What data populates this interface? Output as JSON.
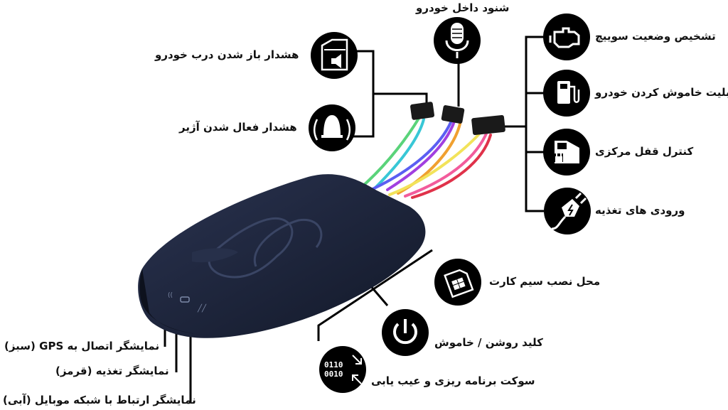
{
  "labels": {
    "mic": "شنود داخل خودرو",
    "door": "هشدار باز شدن درب خودرو",
    "siren": "هشدار فعال شدن آژیر",
    "engine": "تشخیص وضعیت سوییچ",
    "fuel": "قابلیت خاموش کردن خودرو",
    "lock": "کنترل قفل مرکزی",
    "power_in": "ورودی های تغذیه",
    "sim": "محل نصب  سیم کارت",
    "power_btn": "کلید روشن / خاموش",
    "debug": "سوکت برنامه ریزی و عیب یابی",
    "led_gps": "نمایشگر اتصال به GPS (سبز)",
    "led_power": "نمایشگر تغذیه (قرمز)",
    "led_cell": "نمایشگر ارتباط با شبکه موبایل (آبی)"
  },
  "debug_icon_text": [
    "0110",
    "0010"
  ],
  "icons": {
    "mic": "microphone-icon",
    "door": "car-door-speaker-icon",
    "siren": "alarm-bell-icon",
    "engine": "engine-icon",
    "fuel": "fuel-pump-icon",
    "lock": "car-lock-icon",
    "power_in": "power-plug-icon",
    "sim": "sim-card-icon",
    "power_btn": "power-button-icon",
    "debug": "binary-port-icon"
  },
  "colors": {
    "device": "#1b2235",
    "icon_bg": "#000000",
    "wire_green": "#5ad37a",
    "wire_cyan": "#38c7d6",
    "wire_blue": "#5b5ef2",
    "wire_purple": "#a13fe0",
    "wire_orange": "#f0a030",
    "wire_yellow": "#f2e35a",
    "wire_red": "#e0324a",
    "wire_pink": "#f25c9c"
  }
}
